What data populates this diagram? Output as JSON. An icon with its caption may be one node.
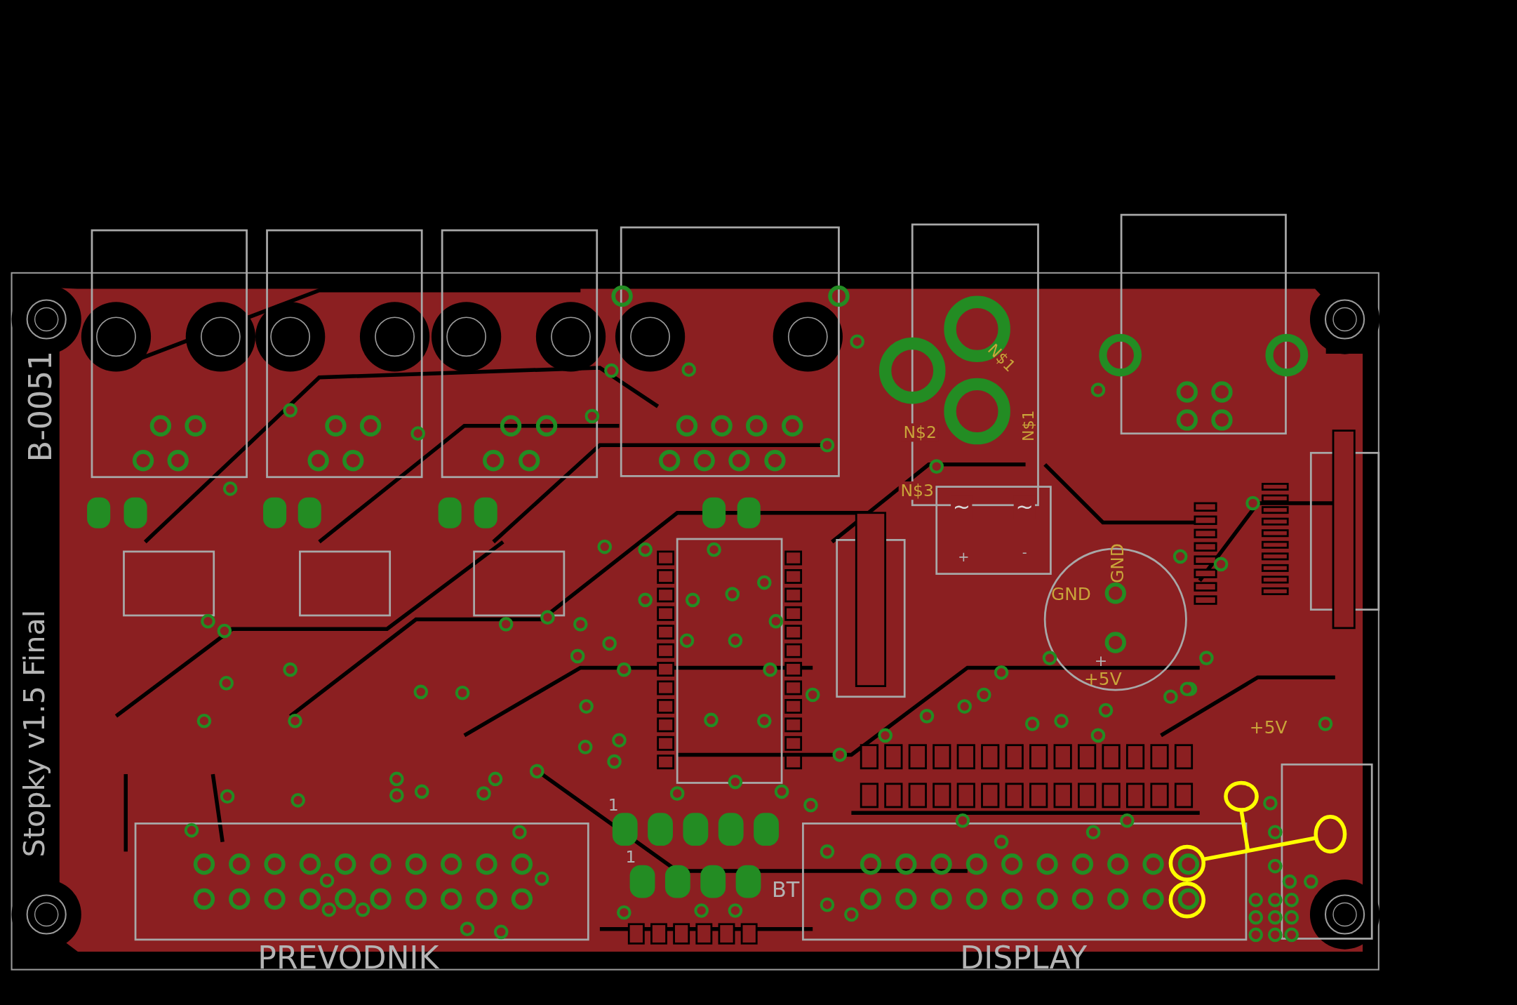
{
  "diagram": {
    "labels": [
      "B-0051",
      "Stopky v1.5 Final",
      "N$1",
      "N$1",
      "N$2",
      "N$3",
      "~",
      "~",
      "+",
      "-",
      "GND",
      "GND",
      "+",
      "+5V",
      "+5V",
      "1",
      "1",
      "BT",
      "PREVODNIK",
      "DISPLAY"
    ]
  }
}
